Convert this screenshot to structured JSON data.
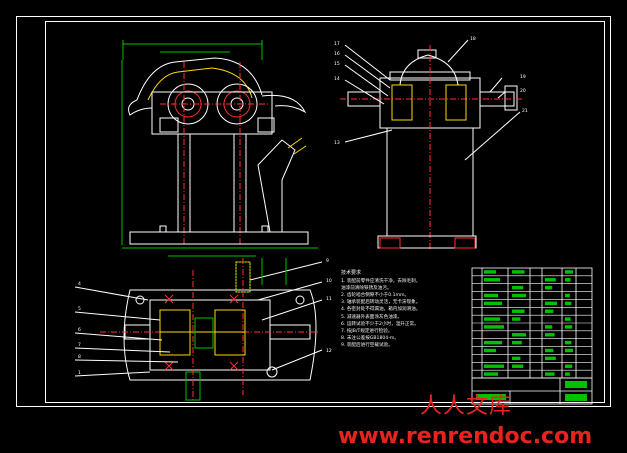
{
  "drawing": {
    "frame_color": "#ffffff",
    "line_color": "#ffffff",
    "dim_color": "#00c000",
    "hidden_color": "#ff3030",
    "highlight_color": "#ffd800",
    "center_color": "#ff3030",
    "leader_labels_left": [
      "4",
      "5",
      "6",
      "7",
      "8",
      "1"
    ],
    "leader_labels_right": [
      "9",
      "10",
      "11",
      "12"
    ],
    "callouts_side": [
      "18",
      "19",
      "20",
      "21"
    ],
    "callouts_side_left": [
      "17",
      "16",
      "15",
      "14",
      "13"
    ]
  },
  "notes": {
    "title": "技术要求",
    "lines": [
      "1. 装配前零件应清洗干净，去除毛刺，",
      "   油漆前清除铁锈及油污。",
      "2. 齿轮啮合侧隙不小于0.1mm。",
      "3. 轴承装配后转动灵活，无卡滞现象。",
      "4. 各密封处不得漏油，箱内加润滑油。",
      "5. 减速器外表面涂灰色油漆。",
      "6. 运转试验不少于2小时，温升正常。",
      "7. 按JB/T规定进行检验。",
      "8. 未注公差按GB1804-m。",
      "9. 装配后进行空载试验。"
    ]
  },
  "title_block": {
    "name": "",
    "drawing_no": ""
  },
  "watermark": {
    "cn": "人人文库",
    "url": "www.renrendoc.com"
  }
}
